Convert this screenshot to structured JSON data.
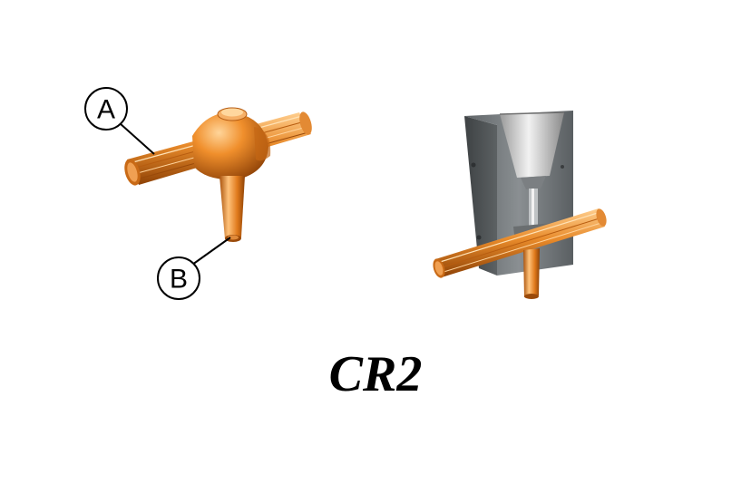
{
  "callouts": {
    "a_label": "A",
    "b_label": "B"
  },
  "caption": "CR2",
  "colors": {
    "copper_light": "#f7b36a",
    "copper_mid": "#e07a1c",
    "copper_dark": "#9a4a0a",
    "mold_light": "#8e9396",
    "mold_dark": "#4f5457",
    "crucible_light": "#f0f0f0",
    "crucible_dark": "#8c8c8c"
  }
}
